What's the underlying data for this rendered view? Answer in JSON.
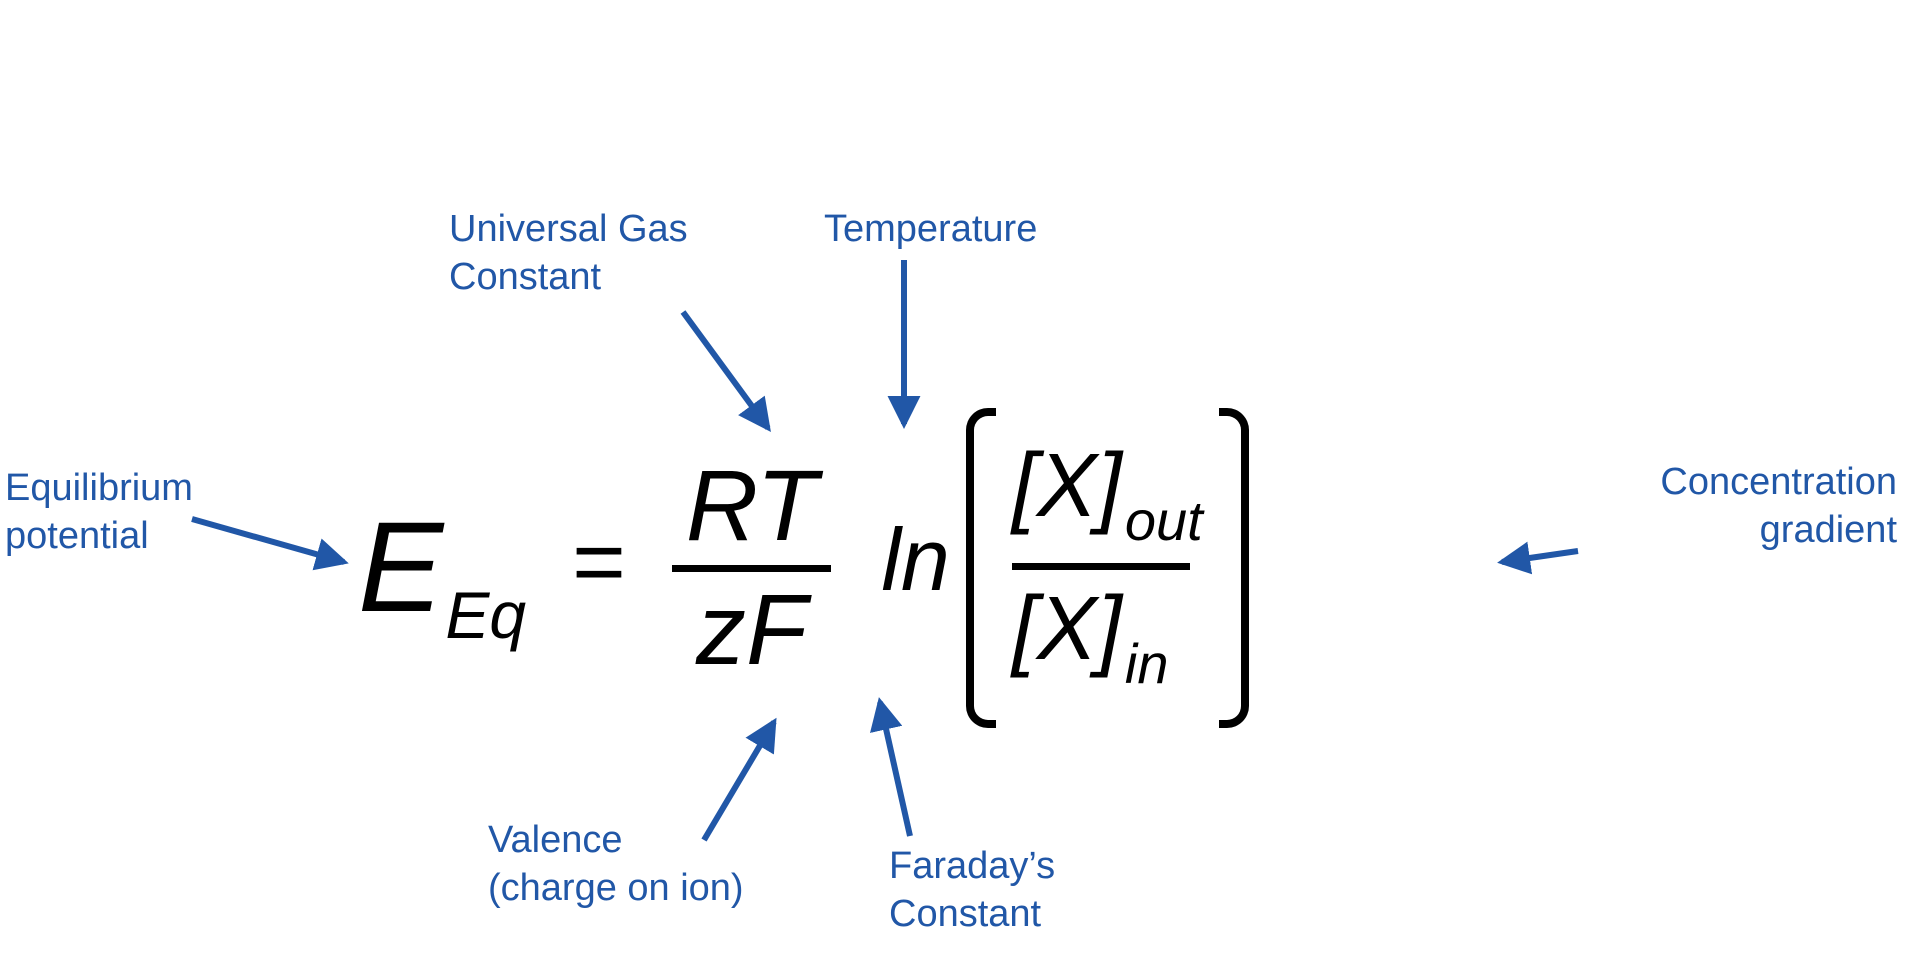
{
  "colors": {
    "label_blue": "#2157A7",
    "equation_black": "#000000",
    "background": "#FFFFFF"
  },
  "labels": {
    "universal_gas_constant": {
      "line1": "Universal Gas",
      "line2": "Constant"
    },
    "temperature": {
      "line1": "Temperature"
    },
    "equilibrium_potential": {
      "line1": "Equilibrium",
      "line2": "potential"
    },
    "concentration_gradient": {
      "line1": "Concentration",
      "line2": "gradient"
    },
    "valence": {
      "line1": "Valence",
      "line2": "(charge on ion)"
    },
    "faradays_constant": {
      "line1": "Faraday’s",
      "line2": "Constant"
    }
  },
  "equation": {
    "symbol": "E",
    "symbol_subscript": "Eq",
    "equals": "=",
    "numerator": "RT",
    "denominator": "zF",
    "operator": "ln",
    "ratio_numerator": "[X]",
    "ratio_numerator_subscript": "out",
    "ratio_denominator": "[X]",
    "ratio_denominator_subscript": "in"
  }
}
